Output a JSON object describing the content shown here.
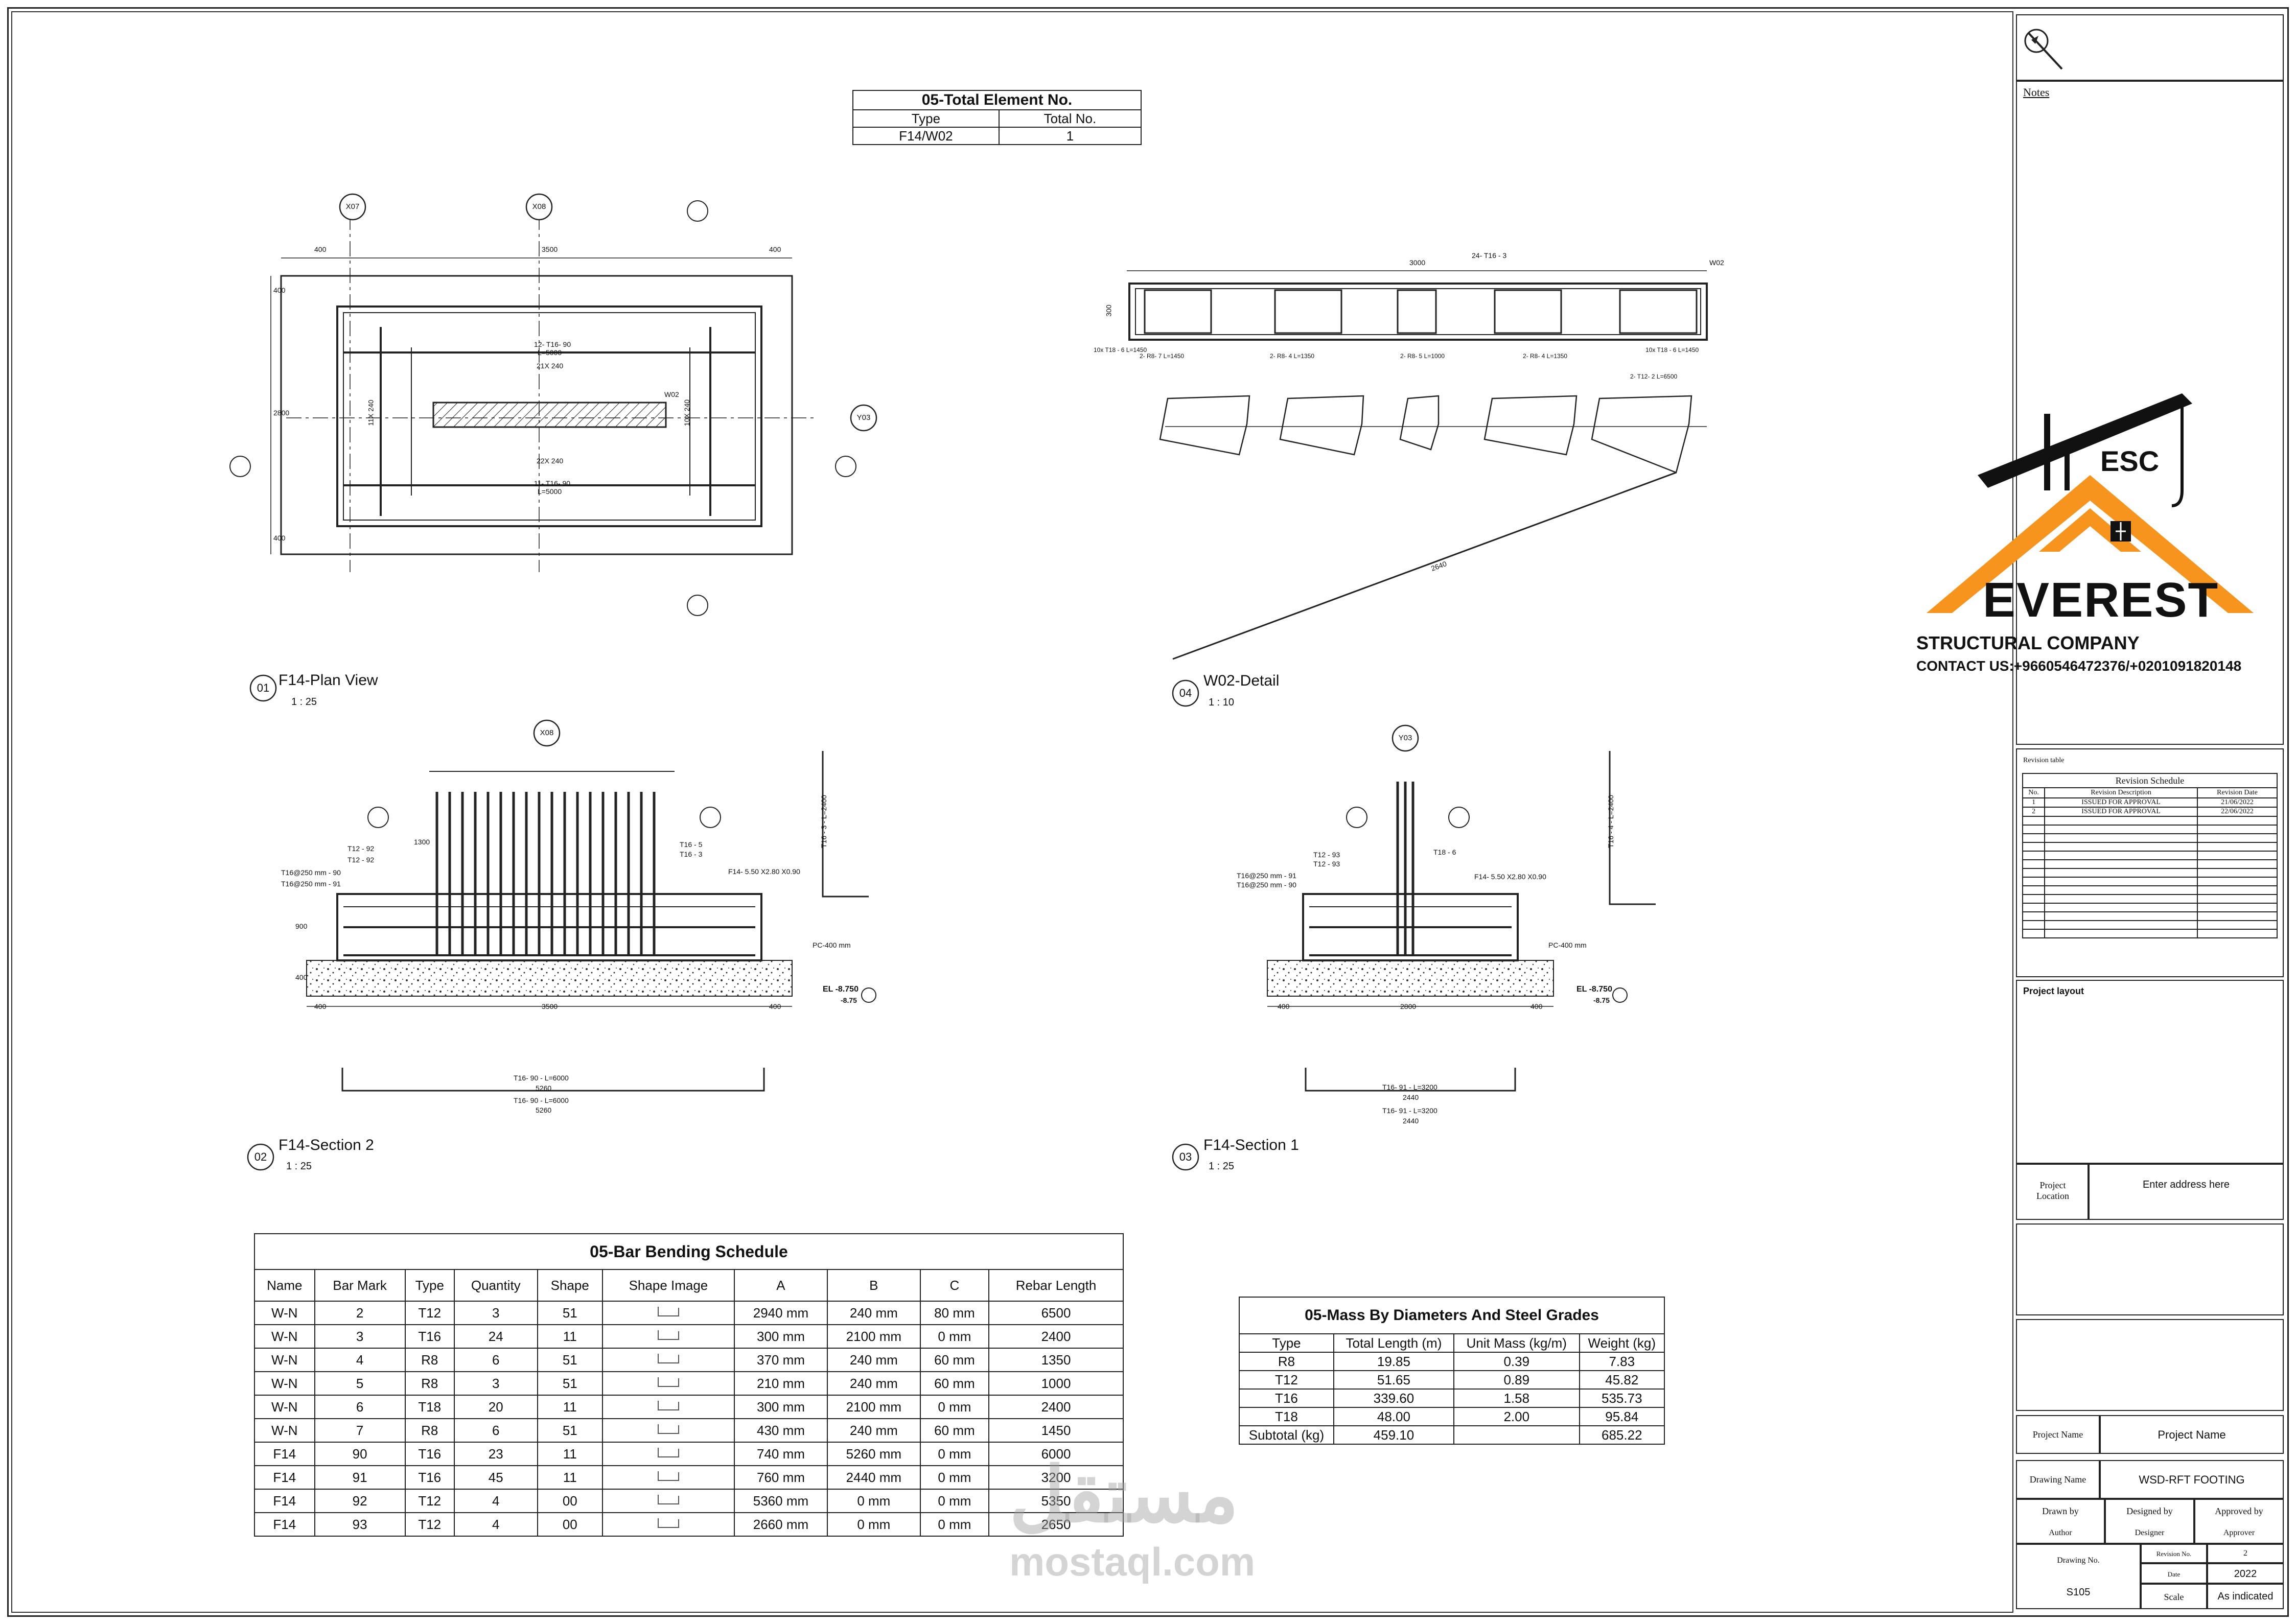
{
  "element_table": {
    "title": "05-Total Element No.",
    "headers": [
      "Type",
      "Total No."
    ],
    "rows": [
      [
        "F14/W02",
        "1"
      ]
    ]
  },
  "views": {
    "plan": {
      "number": "01",
      "title": "F14-Plan View",
      "scale": "1 : 25"
    },
    "detail": {
      "number": "04",
      "title": "W02-Detail",
      "scale": "1 : 10"
    },
    "section2": {
      "number": "02",
      "title": "F14-Section 2",
      "scale": "1 : 25"
    },
    "section1": {
      "number": "03",
      "title": "F14-Section 1",
      "scale": "1 : 25"
    }
  },
  "grid_bubbles": {
    "x07": "X07",
    "x08": "X08",
    "y03": "Y03"
  },
  "annotations": {
    "plan_dim_top": [
      "400",
      "3500",
      "400"
    ],
    "plan_dim_left": [
      "400",
      "2800",
      "400"
    ],
    "plan_top_bar": "12- T16- 90",
    "plan_top_bar_len": "L=5000",
    "plan_top_spacing": "21X 240",
    "plan_bot_spacing": "22X 240",
    "plan_bot_bar": "11- T16- 90",
    "plan_bot_bar_len": "L=5000",
    "plan_wall": "W02",
    "plan_left_bar": "11X 240",
    "plan_right_bar": "10X 240",
    "detail_dim": "3000",
    "detail_top_bar": "24- T16 - 3",
    "detail_wall": "W02",
    "detail_height": "300",
    "detail_callouts": [
      "10x T18 - 6 L=1450",
      "2- R8- 7 L=1450",
      "2- R8- 4 L=1350",
      "2- R8- 5 L=1000",
      "2- R8- 4 L=1350",
      "2- T12- 2 L=6500",
      "10x T18 - 6 L=1450"
    ],
    "detail_long_bar": "2640",
    "section_footing": "F14- 5.50 X2.80 X0.90",
    "section1_footing": "F14- 5.50 X2.80 X0.90",
    "section_pc": "PC-400 mm",
    "section_el": "EL -8.750",
    "section_el2": "-8.75",
    "section_dims2": [
      "400",
      "3500",
      "400"
    ],
    "section_dims1": [
      "400",
      "2800",
      "400"
    ],
    "section_height": [
      "400",
      "900",
      "1300"
    ],
    "section2_labels": [
      "T12 - 92",
      "T12 - 92",
      "T16@250 mm - 90",
      "T16@250 mm - 91",
      "T16 - 5",
      "T16 - 3"
    ],
    "section1_labels": [
      "T12 - 93",
      "T12 - 93",
      "T16@250 mm - 91",
      "T16@250 mm - 90",
      "T18 - 6"
    ],
    "section2_bar1": "T16- 90 - L=6000",
    "section2_bar1_len": "5260",
    "section2_bar2": "T16- 90 - L=6000",
    "section2_bar2_len": "5260",
    "section1_bar1": "T16- 91 - L=3200",
    "section1_bar1_len": "2440",
    "section1_bar2": "T16- 91 - L=3200",
    "section1_bar2_len": "2440",
    "section2_side_bar": "T16 - 3 - L=2400",
    "section1_side_bar": "T16 - 4 - L=2400"
  },
  "bbs": {
    "title": "05-Bar Bending Schedule",
    "headers": [
      "Name",
      "Bar Mark",
      "Type",
      "Quantity",
      "Shape",
      "Shape Image",
      "A",
      "B",
      "C",
      "Rebar Length"
    ],
    "rows": [
      [
        "W-N",
        "2",
        "T12",
        "3",
        "51",
        "",
        "2940 mm",
        "240 mm",
        "80 mm",
        "6500"
      ],
      [
        "W-N",
        "3",
        "T16",
        "24",
        "11",
        "",
        "300 mm",
        "2100 mm",
        "0 mm",
        "2400"
      ],
      [
        "W-N",
        "4",
        "R8",
        "6",
        "51",
        "",
        "370 mm",
        "240 mm",
        "60 mm",
        "1350"
      ],
      [
        "W-N",
        "5",
        "R8",
        "3",
        "51",
        "",
        "210 mm",
        "240 mm",
        "60 mm",
        "1000"
      ],
      [
        "W-N",
        "6",
        "T18",
        "20",
        "11",
        "",
        "300 mm",
        "2100 mm",
        "0 mm",
        "2400"
      ],
      [
        "W-N",
        "7",
        "R8",
        "6",
        "51",
        "",
        "430 mm",
        "240 mm",
        "60 mm",
        "1450"
      ],
      [
        "F14",
        "90",
        "T16",
        "23",
        "11",
        "",
        "740 mm",
        "5260 mm",
        "0 mm",
        "6000"
      ],
      [
        "F14",
        "91",
        "T16",
        "45",
        "11",
        "",
        "760 mm",
        "2440 mm",
        "0 mm",
        "3200"
      ],
      [
        "F14",
        "92",
        "T12",
        "4",
        "00",
        "",
        "5360 mm",
        "0 mm",
        "0 mm",
        "5350"
      ],
      [
        "F14",
        "93",
        "T12",
        "4",
        "00",
        "",
        "2660 mm",
        "0 mm",
        "0 mm",
        "2650"
      ]
    ]
  },
  "mass_table": {
    "title": "05-Mass By Diameters And Steel Grades",
    "headers": [
      "Type",
      "Total Length (m)",
      "Unit Mass (kg/m)",
      "Weight (kg)"
    ],
    "rows": [
      [
        "R8",
        "19.85",
        "0.39",
        "7.83"
      ],
      [
        "T12",
        "51.65",
        "0.89",
        "45.82"
      ],
      [
        "T16",
        "339.60",
        "1.58",
        "535.73"
      ],
      [
        "T18",
        "48.00",
        "2.00",
        "95.84"
      ],
      [
        "Subtotal (kg)",
        "459.10",
        "",
        "685.22"
      ]
    ]
  },
  "title_block": {
    "notes": "Notes",
    "logo": {
      "esc": "ESC",
      "name": "EVEREST",
      "tagline": "STRUCTURAL COMPANY",
      "contact": "CONTACT US:+9660546472376/+0201091820148"
    },
    "revision_table_label": "Revision table",
    "revision_title": "Revision Schedule",
    "revision_headers": [
      "No.",
      "Revision Description",
      "Revision Date"
    ],
    "revisions": [
      [
        "1",
        "ISSUED FOR APPROVAL",
        "21/06/2022"
      ],
      [
        "2",
        "ISSUED FOR APPROVAL",
        "22/06/2022"
      ]
    ],
    "project_layout": "Project layout",
    "project_location_label": "Project Location",
    "project_location": "Enter address here",
    "project_name_label": "Project Name",
    "project_name": "Project Name",
    "drawing_name_label": "Drawing Name",
    "drawing_name": "WSD-RFT FOOTING",
    "drawn_by_label": "Drawn by",
    "drawn_by": "Author",
    "designed_by_label": "Designed by",
    "designed_by": "Designer",
    "approved_by_label": "Approved by",
    "approved_by": "Approver",
    "drawing_no_label": "Drawing No.",
    "drawing_no": "S105",
    "revision_no_label": "Revision No.",
    "revision_no": "2",
    "date_label": "Date",
    "date": "2022",
    "scale_label": "Scale",
    "scale": "As indicated"
  },
  "watermark": {
    "arabic": "مستقل",
    "latin": "mostaql.com"
  },
  "colors": {
    "logo_orange": "#f7941d",
    "logo_black": "#111111",
    "line": "#222222"
  }
}
